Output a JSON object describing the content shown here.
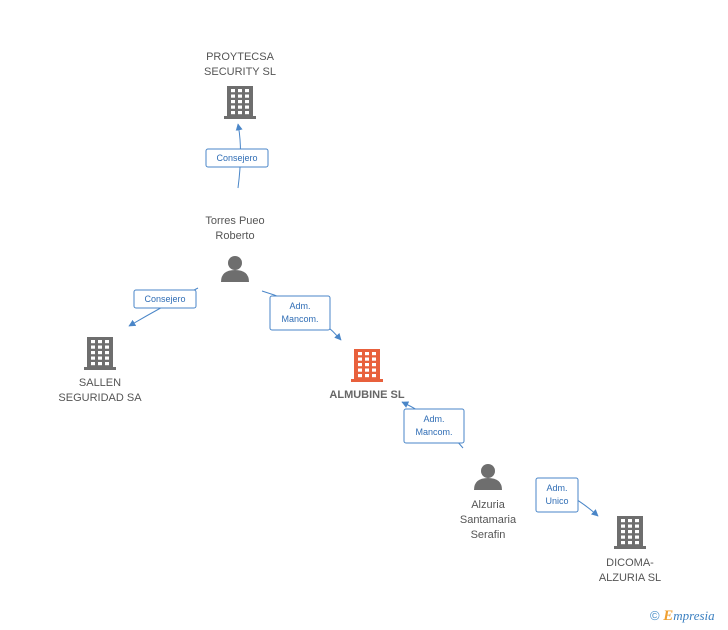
{
  "colors": {
    "edge": "#4a86c8",
    "company_icon": "#6e6e6e",
    "person_icon": "#6e6e6e",
    "main_company_icon": "#e8603c"
  },
  "nodes": [
    {
      "id": "proytecsa",
      "type": "company",
      "label_lines": [
        "PROYTECSA",
        "SECURITY  SL"
      ],
      "main": false
    },
    {
      "id": "torres",
      "type": "person",
      "label_lines": [
        "Torres Pueo",
        "Roberto"
      ],
      "main": false
    },
    {
      "id": "sallen",
      "type": "company",
      "label_lines": [
        "SALLEN",
        "SEGURIDAD SA"
      ],
      "main": false
    },
    {
      "id": "almubine",
      "type": "company",
      "label_lines": [
        "ALMUBINE SL"
      ],
      "main": true
    },
    {
      "id": "alzuria",
      "type": "person",
      "label_lines": [
        "Alzuria",
        "Santamaria",
        "Serafin"
      ],
      "main": false
    },
    {
      "id": "dicoma",
      "type": "company",
      "label_lines": [
        "DICOMA-",
        "ALZURIA SL"
      ],
      "main": false
    }
  ],
  "edges": [
    {
      "from": "torres",
      "to": "proytecsa",
      "label_lines": [
        "Consejero"
      ]
    },
    {
      "from": "torres",
      "to": "sallen",
      "label_lines": [
        "Consejero"
      ]
    },
    {
      "from": "torres",
      "to": "almubine",
      "label_lines": [
        "Adm.",
        "Mancom."
      ]
    },
    {
      "from": "alzuria",
      "to": "almubine",
      "label_lines": [
        "Adm.",
        "Mancom."
      ]
    },
    {
      "from": "alzuria",
      "to": "dicoma",
      "label_lines": [
        "Adm.",
        "Unico"
      ]
    }
  ],
  "watermark": {
    "copyright": "©",
    "brand_initial": "E",
    "brand_rest": "mpresia"
  }
}
